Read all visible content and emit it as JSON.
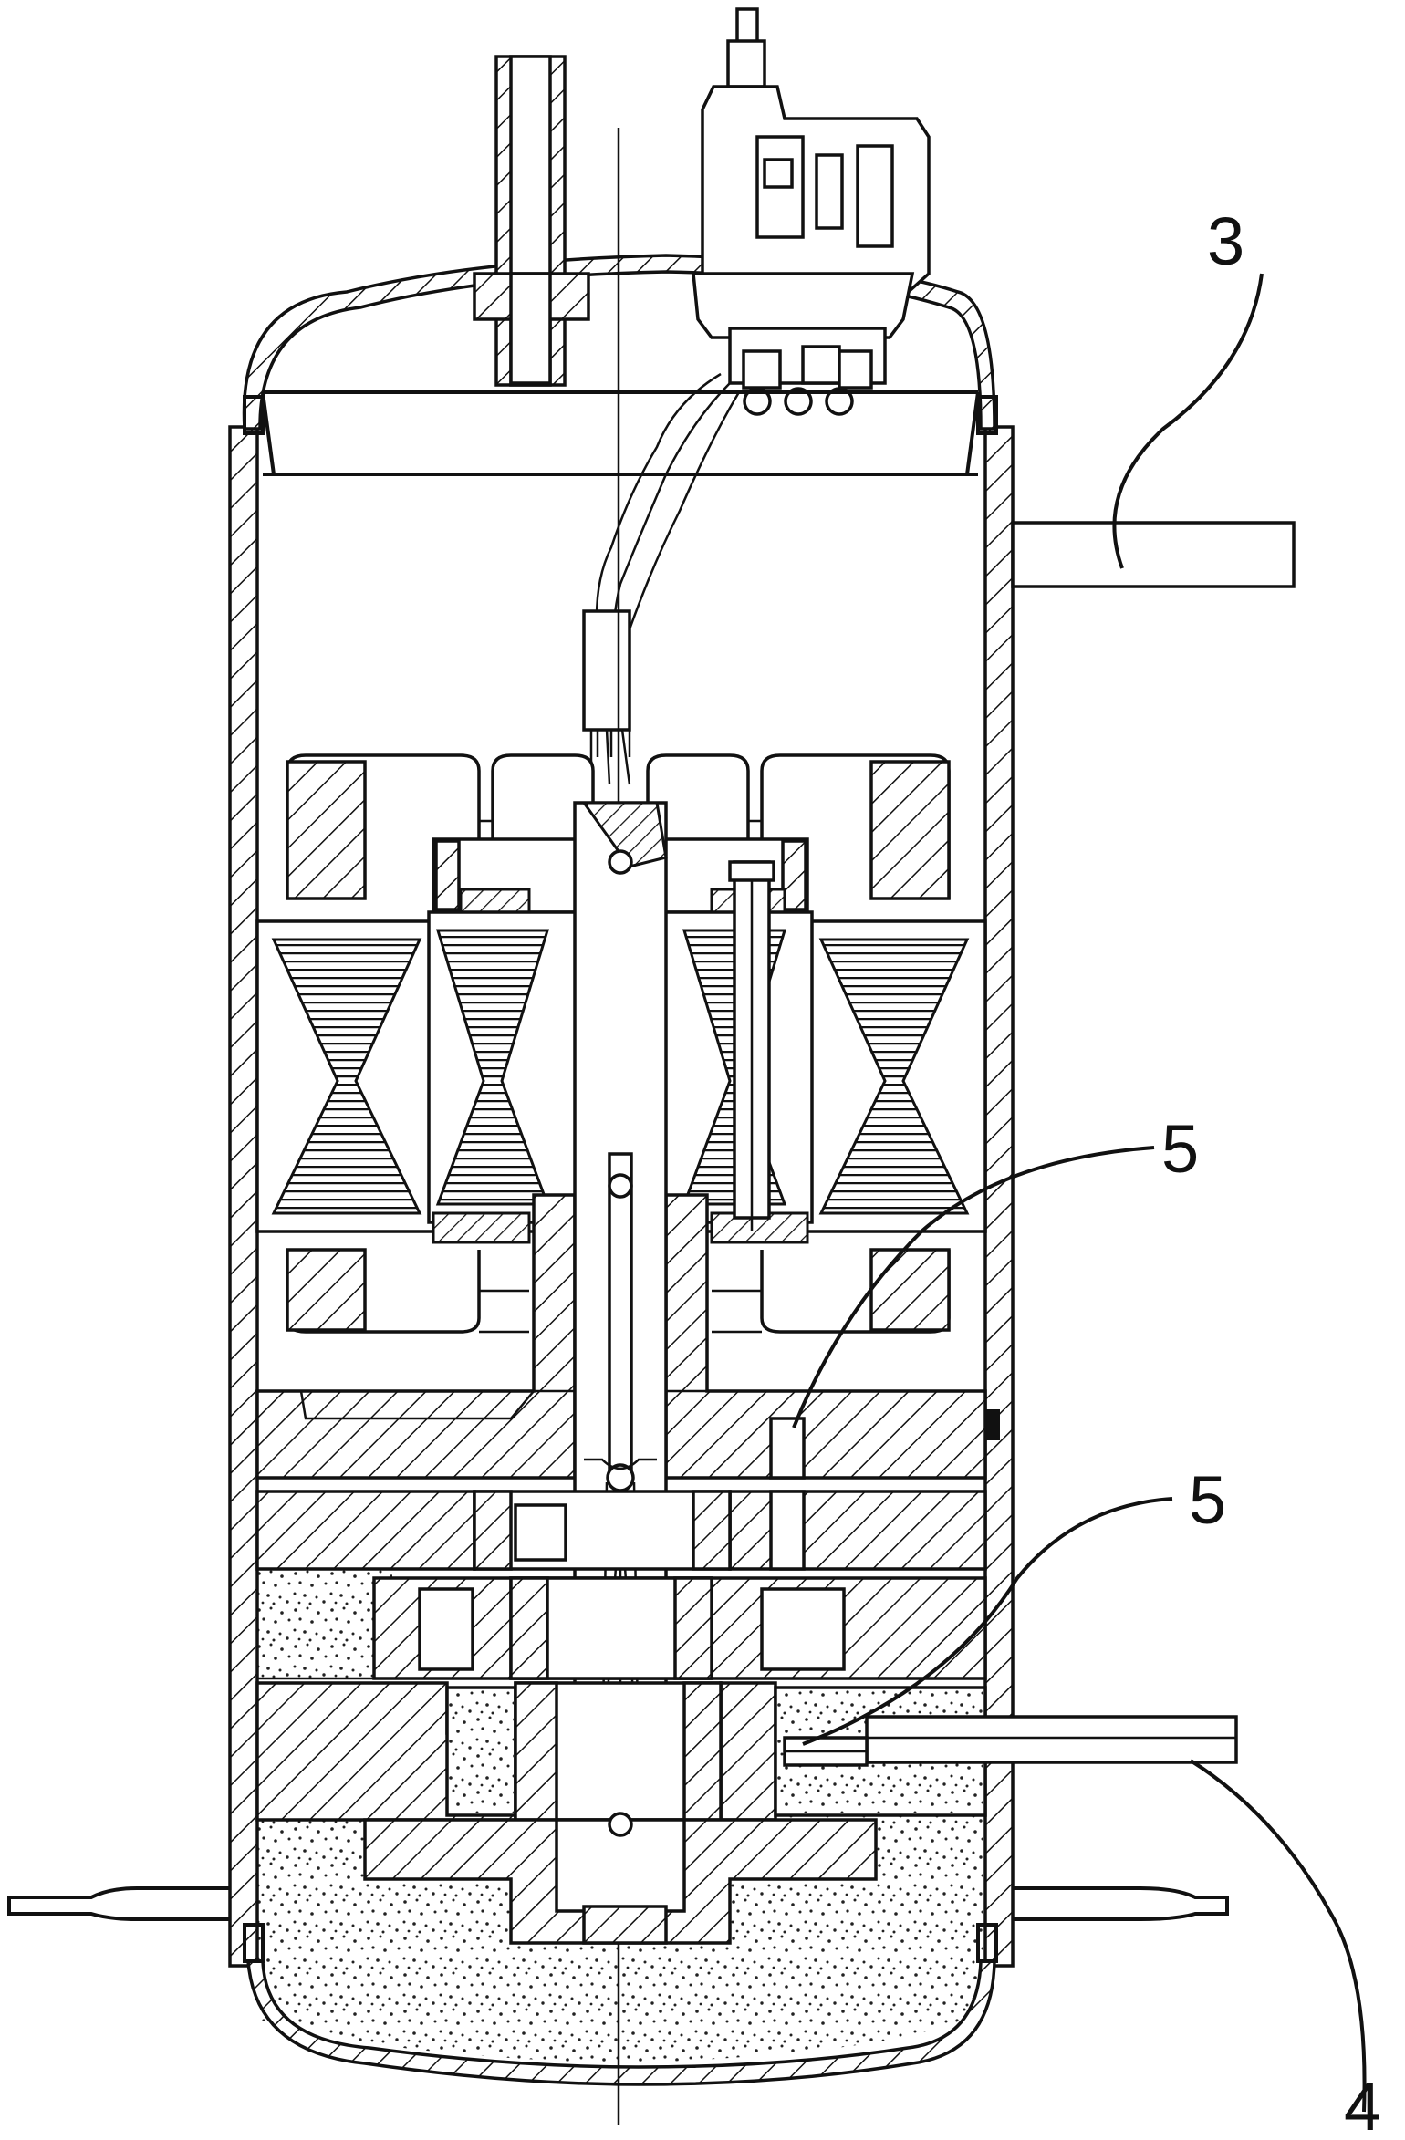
{
  "labels": {
    "l3": "3",
    "l5a": "5",
    "l5b": "5",
    "l4": "4"
  },
  "colors": {
    "line": "#111111",
    "background": "#ffffff"
  }
}
